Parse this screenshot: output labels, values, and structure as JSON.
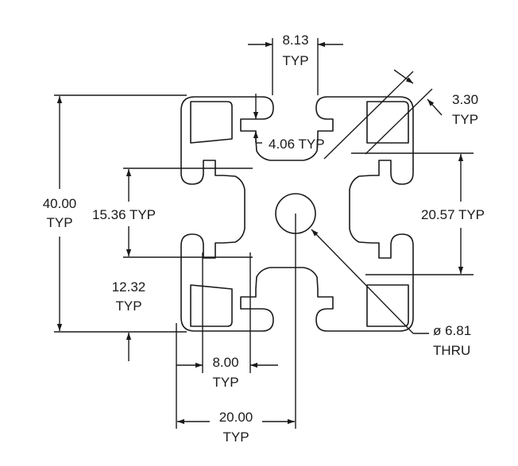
{
  "dimensions": {
    "top_slot": {
      "value": "8.13",
      "note": "TYP"
    },
    "lip": {
      "value": "4.06 TYP"
    },
    "wall": {
      "value": "3.30",
      "note": "TYP"
    },
    "height": {
      "value": "40.00",
      "note": "TYP"
    },
    "inner_left": {
      "value": "15.36 TYP"
    },
    "inner_right": {
      "value": "20.57 TYP"
    },
    "corner": {
      "value": "12.32",
      "note": "TYP"
    },
    "bottom_slot": {
      "value": "8.00",
      "note": "TYP"
    },
    "half_width": {
      "value": "20.00",
      "note": "TYP"
    },
    "hole": {
      "value": "ø 6.81",
      "note": "THRU"
    }
  },
  "colors": {
    "ink": "#1a1a1a",
    "background": "#ffffff"
  }
}
